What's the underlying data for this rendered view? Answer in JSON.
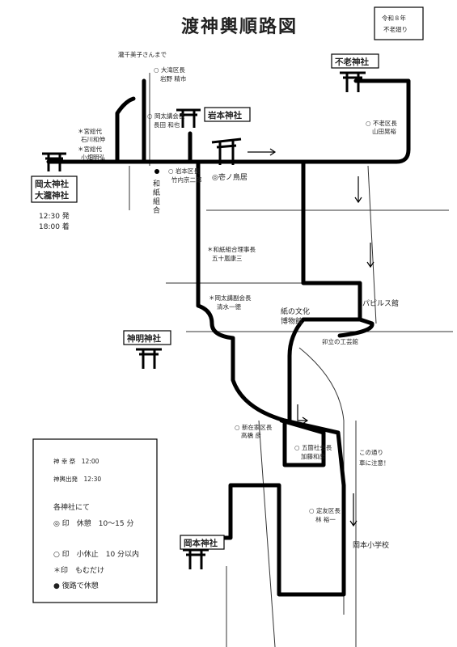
{
  "title": "渡神輿順路図",
  "year_box": {
    "line1": "令和８年",
    "line2": "不老廻り"
  },
  "shrines": {
    "furou": "不老神社",
    "iwamoto": "岩本神社",
    "okata": "岡太神社",
    "otaki": "大瀧神社",
    "shinmei": "神明神社",
    "okamoto": "岡本神社"
  },
  "times": {
    "depart": "12:30 発",
    "arrive": "18:00 着"
  },
  "places": {
    "ichinotorii": "◎壱ノ鳥居",
    "washi_kumiai": "和紙組合",
    "papyrus": "パピルス館",
    "bunka": "紙の文化\n博物館",
    "kougeikan": "卯立の工芸館",
    "school": "岡本小学校",
    "top_note": "瀧千美子さんまで",
    "caution1": "この通り",
    "caution2": "車に注意！"
  },
  "stops": [
    {
      "title": "大滝区長",
      "name": "岩野 精市"
    },
    {
      "title": "岡太講会長",
      "name": "長田 和也"
    },
    {
      "title": "宮総代",
      "name": "石川和伸"
    },
    {
      "title": "宮総代",
      "name": "小畑明弘"
    },
    {
      "title": "岩本区長",
      "name": "竹内京二郎"
    },
    {
      "title": "不老区長",
      "name": "山田晃裕"
    },
    {
      "title": "和紙組合理事長",
      "name": "五十嵐康三"
    },
    {
      "title": "岡太講副会長",
      "name": "清水一徳"
    },
    {
      "title": "新在家区長",
      "name": "高橋 彦"
    },
    {
      "title": "五箇社会長",
      "name": "加藤和彦"
    },
    {
      "title": "定友区長",
      "name": "林 裕一"
    }
  ],
  "legend": {
    "festival": "神 幸 祭　12:00",
    "departure": "神輿出発　12:30",
    "at_shrines": "各神社にて",
    "mark_double": "◎ 印　休憩　10～15 分",
    "mark_circle": "○ 印　小休止　10 分以内",
    "mark_star": "＊印　もむだけ",
    "mark_dot": "● 復路で休憩"
  }
}
